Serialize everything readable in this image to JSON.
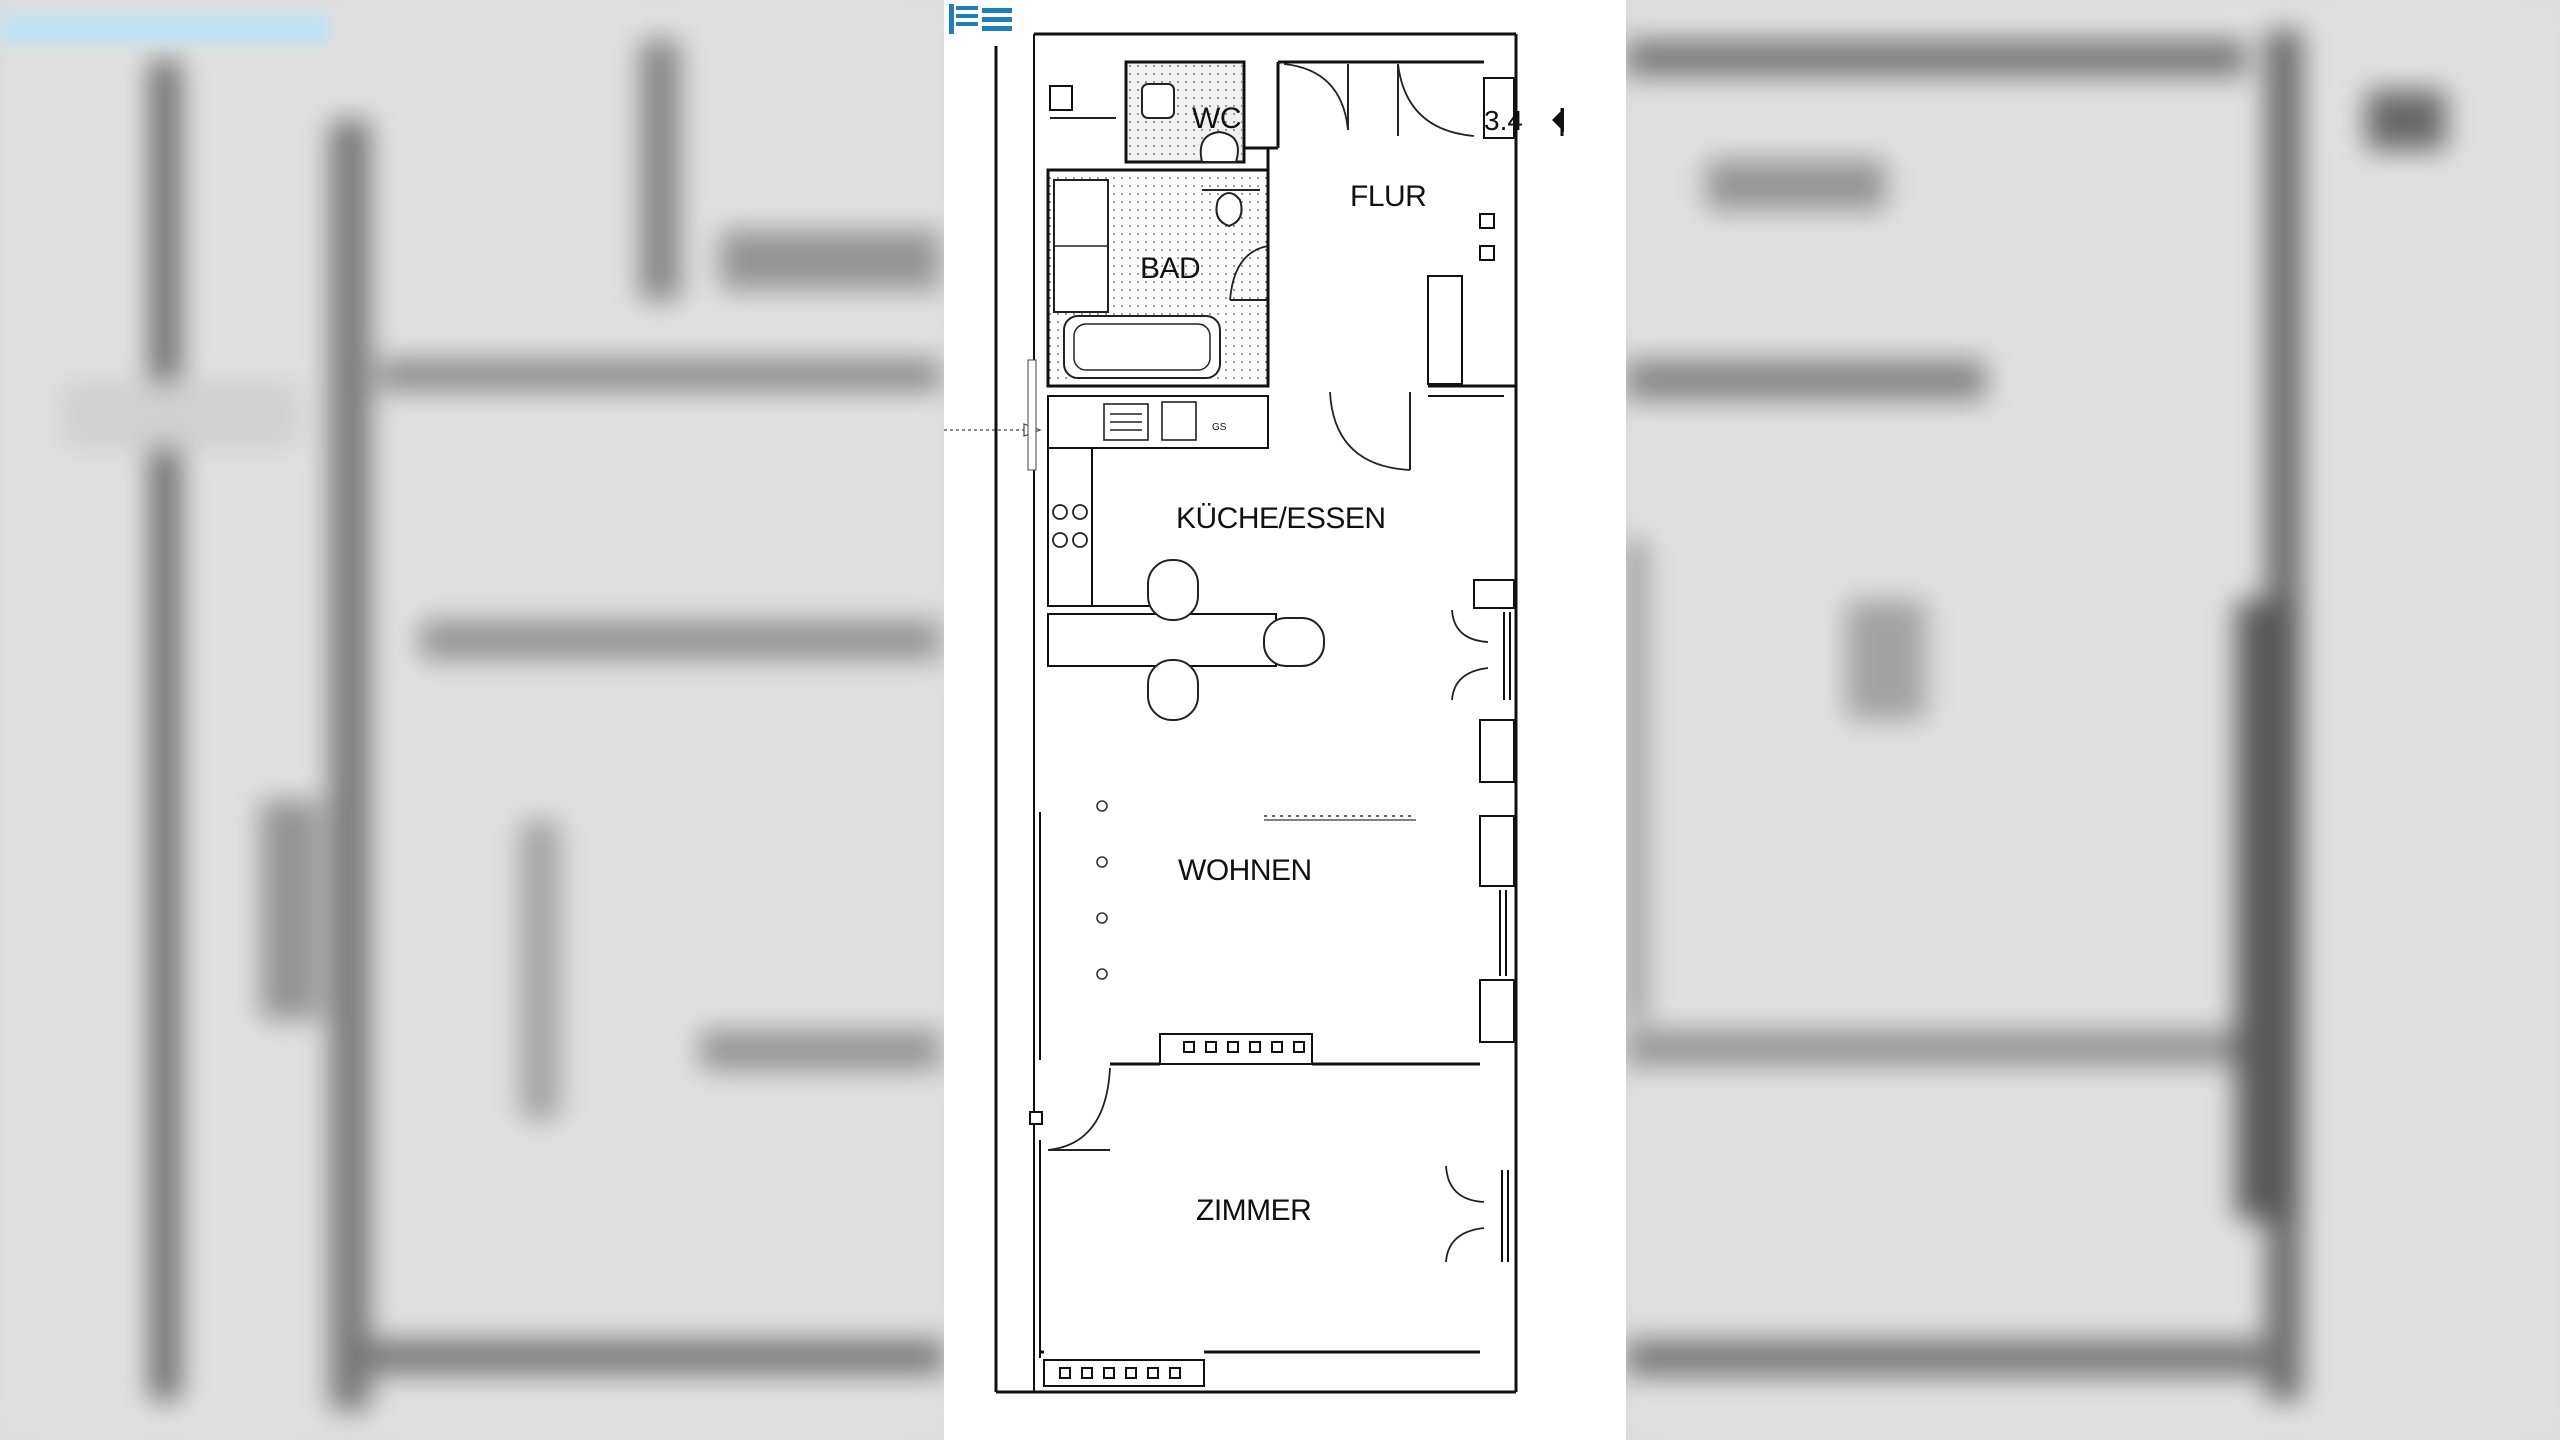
{
  "plan": {
    "rooms": {
      "wc": "WC",
      "flur": "FLUR",
      "bad": "BAD",
      "kueche": "KÜCHE/ESSEN",
      "wohnen": "WOHNEN",
      "zimmer": "ZIMMER"
    },
    "entrance_label": "3.4",
    "appliance_label": "GS"
  },
  "colors": {
    "logo": "#1f7fb8",
    "top_strip": "#bfe0f3",
    "wall": "#111111"
  },
  "icons": {
    "logo": "brand-logo-icon",
    "entrance": "entrance-arrow-icon"
  }
}
